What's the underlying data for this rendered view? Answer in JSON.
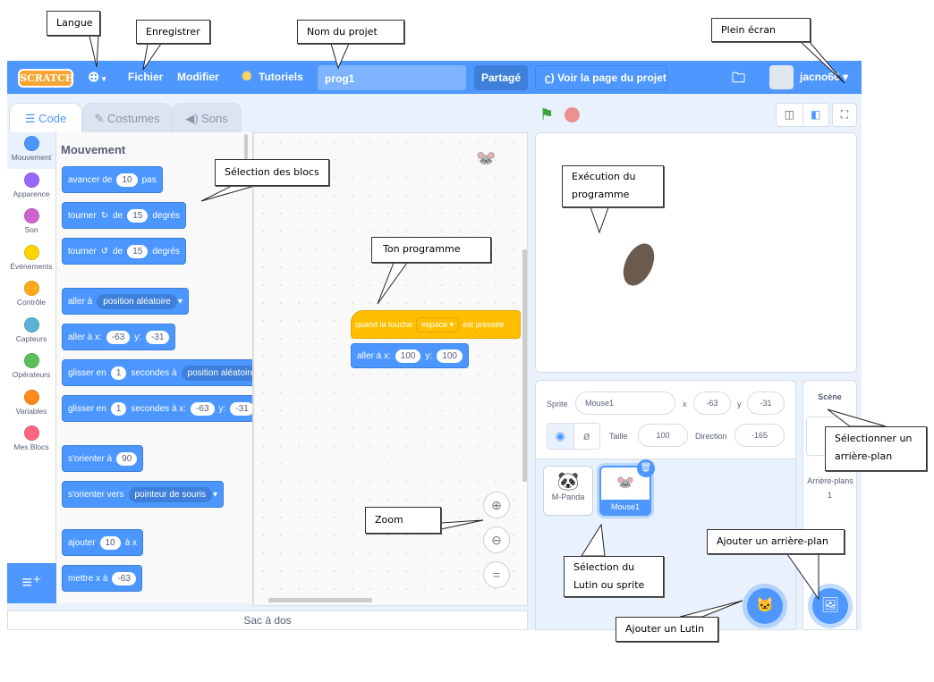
{
  "menubar": {
    "logo": "SCRATCH",
    "language_icon": "globe-icon",
    "file": "Fichier",
    "edit": "Modifier",
    "tutorials": "Tutoriels",
    "project_name": "prog1",
    "share": "Partagé",
    "see_project_page": "Voir la page du projet",
    "username": "jacno66"
  },
  "tabs": {
    "code": "Code",
    "costumes": "Costumes",
    "sounds": "Sons"
  },
  "categories": [
    {
      "label": "Mouvement",
      "color": "#4c97ff"
    },
    {
      "label": "Apparence",
      "color": "#9966ff"
    },
    {
      "label": "Son",
      "color": "#cf63cf"
    },
    {
      "label": "Événements",
      "color": "#ffd500"
    },
    {
      "label": "Contrôle",
      "color": "#ffab19"
    },
    {
      "label": "Capteurs",
      "color": "#5cb1d6"
    },
    {
      "label": "Opérateurs",
      "color": "#59c059"
    },
    {
      "label": "Variables",
      "color": "#ff8c1a"
    },
    {
      "label": "Mes Blocs",
      "color": "#ff6680"
    }
  ],
  "palette": {
    "heading": "Mouvement",
    "blocks": {
      "move": [
        "avancer de",
        "10",
        "pas"
      ],
      "turn_right": [
        "tourner",
        "de",
        "15",
        "degrés"
      ],
      "turn_left": [
        "tourner",
        "de",
        "15",
        "degrés"
      ],
      "goto": [
        "aller à",
        "position aléatoire"
      ],
      "goto_xy": [
        "aller à x:",
        "-63",
        "y:",
        "-31"
      ],
      "glide": [
        "glisser en",
        "1",
        "secondes à",
        "position aléatoire"
      ],
      "glide_xy": [
        "glisser en",
        "1",
        "secondes à x:",
        "-63",
        "y:",
        "-31"
      ],
      "point_dir": [
        "s'orienter à",
        "90"
      ],
      "point_towards": [
        "s'orienter vers",
        "pointeur de souris"
      ],
      "change_x": [
        "ajouter",
        "10",
        "à x"
      ],
      "set_x": [
        "mettre x à",
        "-63"
      ]
    }
  },
  "script": {
    "hat": [
      "quand la touche",
      "espace",
      "est pressée"
    ],
    "goto": [
      "aller à x:",
      "100",
      "y:",
      "100"
    ]
  },
  "backpack": "Sac à dos",
  "sprite_info": {
    "sprite_label": "Sprite",
    "sprite_name": "Mouse1",
    "x_label": "x",
    "x": "-63",
    "y_label": "y",
    "y": "-31",
    "size_label": "Taille",
    "size": "100",
    "direction_label": "Direction",
    "direction": "-165"
  },
  "sprites": [
    {
      "name": "M-Panda",
      "selected": false
    },
    {
      "name": "Mouse1",
      "selected": true
    }
  ],
  "stage_panel": {
    "title": "Scène",
    "backdrops_label": "Arrière-plans",
    "backdrop_count": "1"
  },
  "annotations": {
    "langue": "Langue",
    "enregistrer": "Enregistrer",
    "nom_projet": "Nom du projet",
    "plein_ecran": "Plein écran",
    "selection_blocs": "Sélection des blocs",
    "execution": "Exécution du programme",
    "ton_programme": "Ton programme",
    "zoom": "Zoom",
    "selectionner_arriere_plan": "Sélectionner un arrière-plan",
    "ajouter_arriere_plan": "Ajouter un arrière-plan",
    "selection_lutin": "Sélection du Lutin ou sprite",
    "ajouter_lutin": "Ajouter un Lutin"
  }
}
